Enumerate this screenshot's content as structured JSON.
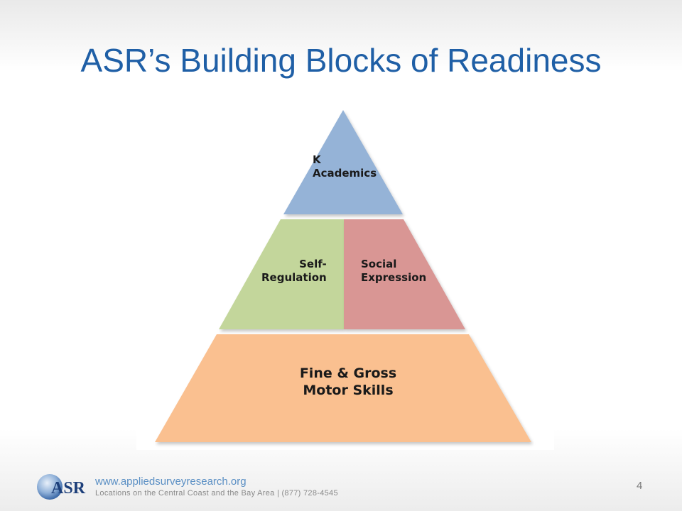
{
  "slide": {
    "title": "ASR’s Building Blocks of Readiness",
    "page_number": "4"
  },
  "pyramid": {
    "top": {
      "lines": [
        "K",
        "Academics"
      ],
      "color": "#95b3d7"
    },
    "middle_left": {
      "lines": [
        "Self-",
        "Regulation"
      ],
      "color": "#c3d69b"
    },
    "middle_right": {
      "lines": [
        "Social",
        "Expression"
      ],
      "color": "#d99694"
    },
    "base": {
      "lines": [
        "Fine & Gross",
        "Motor Skills"
      ],
      "color": "#fac090"
    }
  },
  "footer": {
    "logo_text": "ASR",
    "url": "www.appliedsurveyresearch.org",
    "locations": "Locations on the Central Coast and the Bay Area  |  (877) 728-4545"
  },
  "colors": {
    "title": "#1f5fa6",
    "url": "#5a8fc4"
  }
}
